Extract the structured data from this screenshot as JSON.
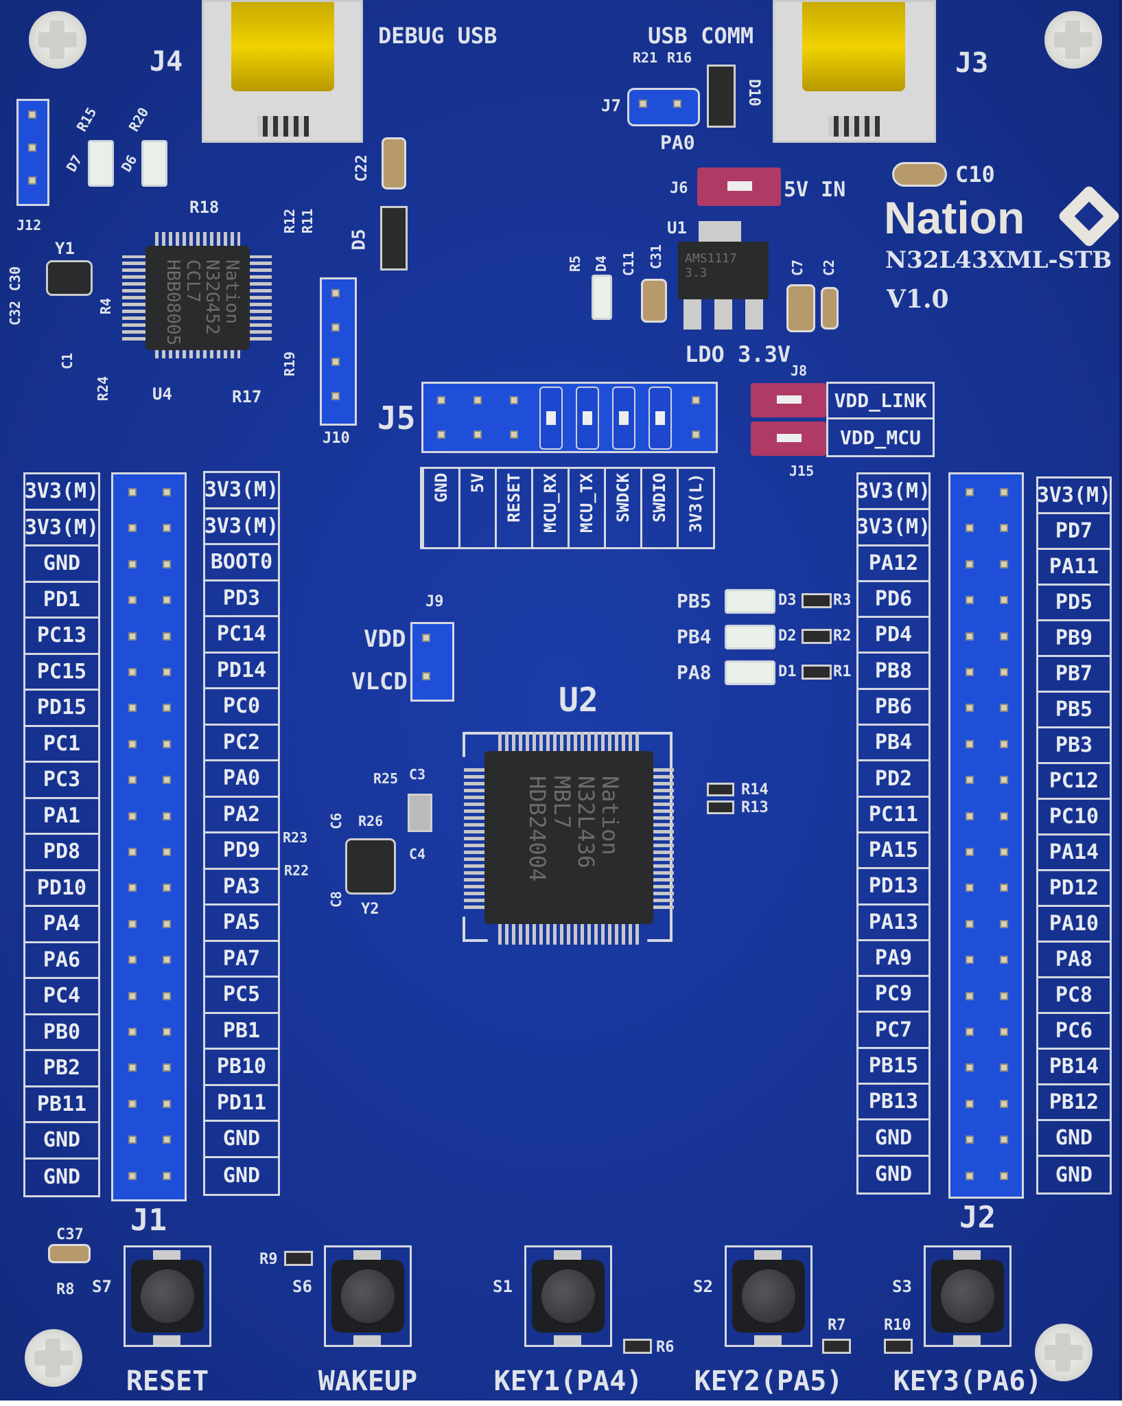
{
  "board": {
    "brand": "Nation",
    "model": "N32L43XML-STB",
    "version": "V1.0"
  },
  "connectors": {
    "j4": "J4",
    "j3": "J3",
    "debug_usb": "DEBUG USB",
    "usb_comm": "USB COMM",
    "j7": "J7",
    "pa0": "PA0",
    "r21": "R21",
    "r16": "R16",
    "d10": "D10",
    "j6": "J6",
    "five_v_in": "5V IN",
    "c10": "C10",
    "j12": "J12",
    "j10": "J10",
    "j5": "J5",
    "j8": "J8",
    "j15": "J15",
    "j9": "J9",
    "j1": "J1",
    "j2": "J2"
  },
  "components": {
    "u4": "U4",
    "u4_text": "Nation\nN32G452\nCCL7\nHBB08005",
    "u2": "U2",
    "u2_text": "Nation\nN32L436\nMBL7\nHDB24004",
    "u1": "U1",
    "u1_text": "AMS1117\n3.3",
    "ldo": "LDO 3.3V",
    "y1": "Y1",
    "y2": "Y2",
    "d7": "D7",
    "d6": "D6",
    "r15": "R15",
    "r20": "R20",
    "r18": "R18",
    "r12": "R12",
    "r11": "R11",
    "c22": "C22",
    "d5": "D5",
    "c32": "C32",
    "c30": "C30",
    "r4": "R4",
    "c1": "C1",
    "r24": "R24",
    "r17": "R17",
    "r19": "R19",
    "r5": "R5",
    "d4": "D4",
    "c11": "C11",
    "c31": "C31",
    "c7": "C7",
    "c2": "C2",
    "r25": "R25",
    "c3": "C3",
    "r26": "R26",
    "r23": "R23",
    "c6": "C6",
    "r22": "R22",
    "c8": "C8",
    "c4": "C4",
    "r14": "R14",
    "r13": "R13",
    "c37": "C37",
    "r8": "R8",
    "r9": "R9",
    "r6": "R6",
    "r7": "R7",
    "r10": "R10"
  },
  "j9_labels": [
    "VDD",
    "VLCD"
  ],
  "j8_labels": [
    "VDD_LINK",
    "VDD_MCU"
  ],
  "j5_labels": [
    "GND",
    "5V",
    "RESET",
    "MCU_RX",
    "MCU_TX",
    "SWDCK",
    "SWDIO",
    "3V3(L)"
  ],
  "leds": [
    {
      "pin": "PB5",
      "d": "D3",
      "r": "R3"
    },
    {
      "pin": "PB4",
      "d": "D2",
      "r": "R2"
    },
    {
      "pin": "PA8",
      "d": "D1",
      "r": "R1"
    }
  ],
  "j1_left": [
    "3V3(M)",
    "3V3(M)",
    "GND",
    "PD1",
    "PC13",
    "PC15",
    "PD15",
    "PC1",
    "PC3",
    "PA1",
    "PD8",
    "PD10",
    "PA4",
    "PA6",
    "PC4",
    "PB0",
    "PB2",
    "PB11",
    "GND",
    "GND"
  ],
  "j1_right": [
    "3V3(M)",
    "3V3(M)",
    "BOOT0",
    "PD3",
    "PC14",
    "PD14",
    "PC0",
    "PC2",
    "PA0",
    "PA2",
    "PD9",
    "PA3",
    "PA5",
    "PA7",
    "PC5",
    "PB1",
    "PB10",
    "PD11",
    "GND",
    "GND"
  ],
  "j2_left": [
    "3V3(M)",
    "3V3(M)",
    "PA12",
    "PD6",
    "PD4",
    "PB8",
    "PB6",
    "PB4",
    "PD2",
    "PC11",
    "PA15",
    "PD13",
    "PA13",
    "PA9",
    "PC9",
    "PC7",
    "PB15",
    "PB13",
    "GND",
    "GND"
  ],
  "j2_right": [
    "3V3(M)",
    "PD7",
    "PA11",
    "PD5",
    "PB9",
    "PB7",
    "PB5",
    "PB3",
    "PC12",
    "PC10",
    "PA14",
    "PD12",
    "PA10",
    "PA8",
    "PC8",
    "PC6",
    "PB14",
    "PB12",
    "GND",
    "GND"
  ],
  "buttons": [
    {
      "ref": "S7",
      "label": "RESET"
    },
    {
      "ref": "S6",
      "label": "WAKEUP"
    },
    {
      "ref": "S1",
      "label": "KEY1(PA4)"
    },
    {
      "ref": "S2",
      "label": "KEY2(PA5)"
    },
    {
      "ref": "S3",
      "label": "KEY3(PA6)"
    }
  ],
  "colors": {
    "board": "#16318e",
    "header": "#1f4fd8",
    "jumper": "#b03a66",
    "silk": "#dfe3ea"
  }
}
